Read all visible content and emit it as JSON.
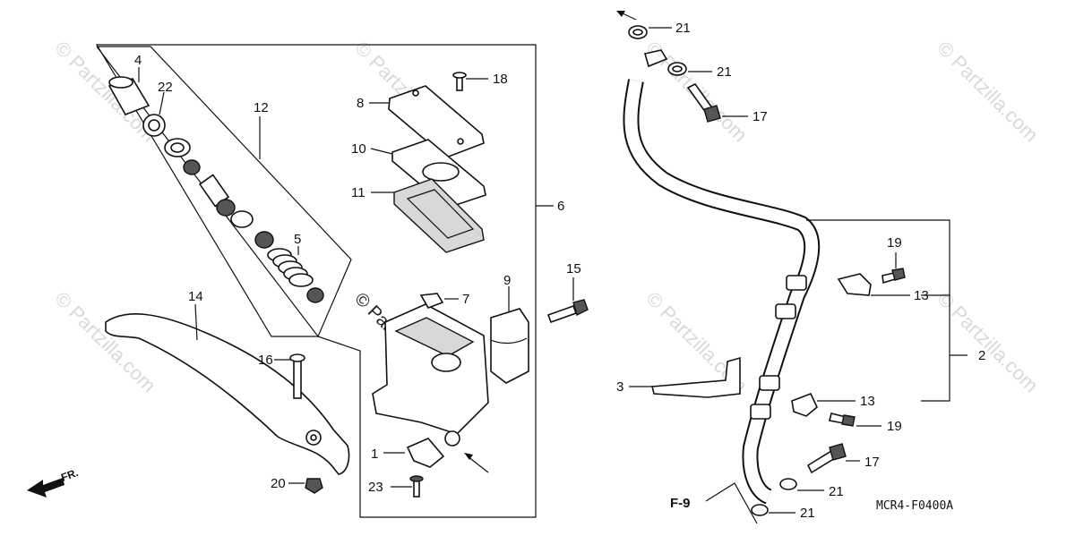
{
  "watermark": "© Partzilla.com",
  "diagram_code": "MCR4-F0400A",
  "ref_fig": "F-9",
  "front_marker": "FR.",
  "callouts": {
    "c1": "1",
    "c2": "2",
    "c3": "3",
    "c4": "4",
    "c5": "5",
    "c6": "6",
    "c7": "7",
    "c8": "8",
    "c9": "9",
    "c10": "10",
    "c11": "11",
    "c12": "12",
    "c13a": "13",
    "c13b": "13",
    "c14": "14",
    "c15": "15",
    "c16": "16",
    "c17a": "17",
    "c17b": "17",
    "c18": "18",
    "c19a": "19",
    "c19b": "19",
    "c20": "20",
    "c21a": "21",
    "c21b": "21",
    "c21c": "21",
    "c21d": "21",
    "c22": "22",
    "c23": "23"
  }
}
